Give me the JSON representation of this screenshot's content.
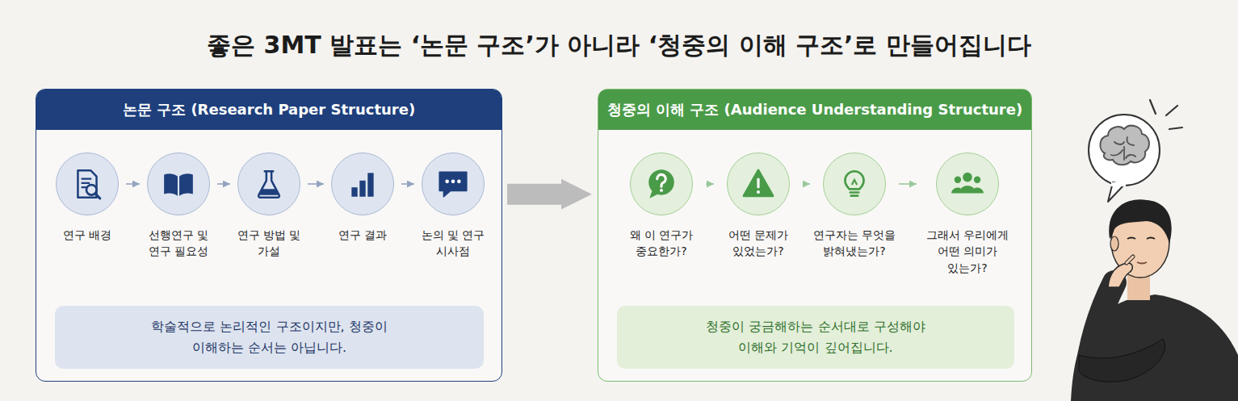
{
  "diagram": {
    "title": "좋은 3MT 발표는 ‘논문 구조’가 아니라 ‘청중의 이해 구조’로 만들어집니다",
    "nodes": [
      {
        "text": [
          "논문 구조 (Research Paper Structure)"
        ]
      },
      {
        "text": [
          "연구 배경"
        ],
        "in": 0
      },
      {
        "text": [
          "선행연구 및 연구 필요성"
        ],
        "in": 0
      },
      {
        "text": [
          "연구 방법 및 가설"
        ],
        "in": 0
      },
      {
        "text": [
          "연구 결과"
        ],
        "in": 0
      },
      {
        "text": [
          "논의 및 연구 시사점"
        ],
        "in": 0
      },
      {
        "text": [
          "학술적으로 논리적인 구조이지만, 청중이 이해하는 순서는 아닙니다."
        ],
        "in": 0
      },
      {
        "text": [
          "청중의 이해 구조 (Audience Understanding Structure)"
        ]
      },
      {
        "text": [
          "왜 이 연구가 중요한가?"
        ],
        "in": 7
      },
      {
        "text": [
          "어떤 문제가 있었는가?"
        ],
        "in": 7
      },
      {
        "text": [
          "연구자는 무엇을 밝혀냈는가?"
        ],
        "in": 7
      },
      {
        "text": [
          "그래서 우리에게 어떤 의미가 있는가?"
        ],
        "in": 7
      },
      {
        "text": [
          "청중이 궁금해하는 순서대로 구성해야 이해와 기억이 깊어집니다."
        ],
        "in": 7
      }
    ],
    "edges": [
      {
        "from": 1,
        "to": 2,
        "arrow": "to"
      },
      {
        "from": 2,
        "to": 3,
        "arrow": "to"
      },
      {
        "from": 3,
        "to": 4,
        "arrow": "to"
      },
      {
        "from": 4,
        "to": 5,
        "arrow": "to"
      },
      {
        "from": 0,
        "to": 7,
        "arrow": "to"
      },
      {
        "from": 8,
        "to": 9,
        "arrow": "to"
      },
      {
        "from": 9,
        "to": 10,
        "arrow": "to"
      },
      {
        "from": 10,
        "to": 11,
        "arrow": "to"
      }
    ]
  }
}
